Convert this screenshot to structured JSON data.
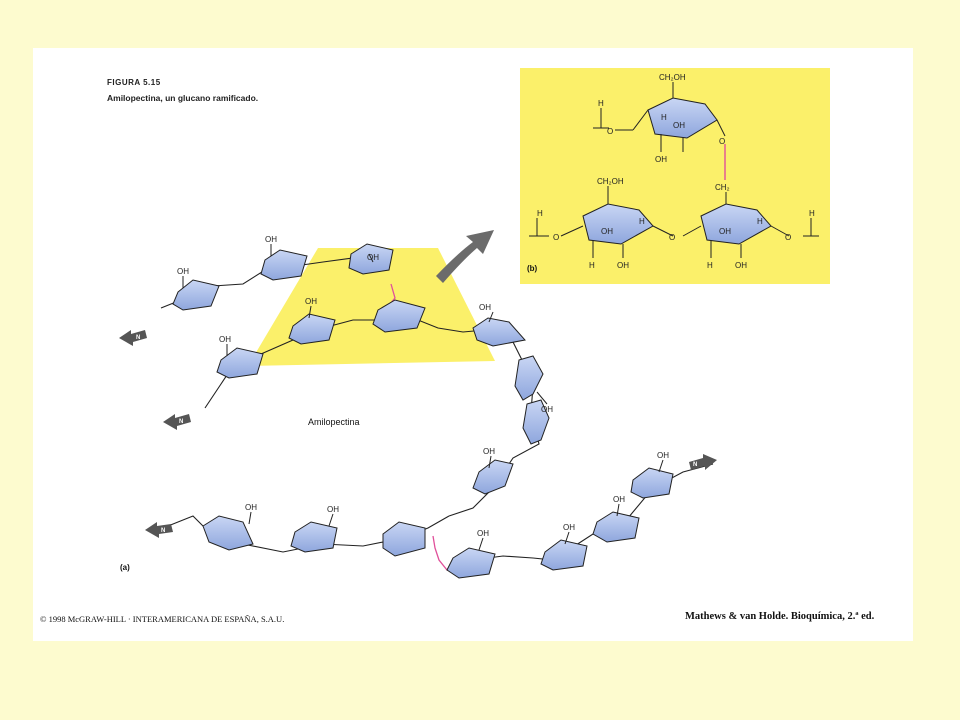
{
  "figure": {
    "number": "FIGURA 5.15",
    "caption": "Amilopectina, un glucano ramificado.",
    "center_label": "Amilopectina",
    "panel_a": "(a)",
    "panel_b": "(b)"
  },
  "footer": {
    "copyright": "© 1998 McGRAW-HILL · INTERAMERICANA DE ESPAÑA, S.A.U.",
    "credit": "Mathews & van Holde. Bioquímica, 2.ª ed."
  },
  "labels": {
    "oh": "OH",
    "ch2oh": "CH₂OH",
    "ch2": "CH₂",
    "h": "H",
    "o": "O",
    "n": "N"
  },
  "colors": {
    "background": "#fdfbcf",
    "ring_fill": "#a9bde8",
    "highlight": "#fbf06a",
    "branch_link": "#e0509a",
    "arrow": "#6b6b6b"
  }
}
